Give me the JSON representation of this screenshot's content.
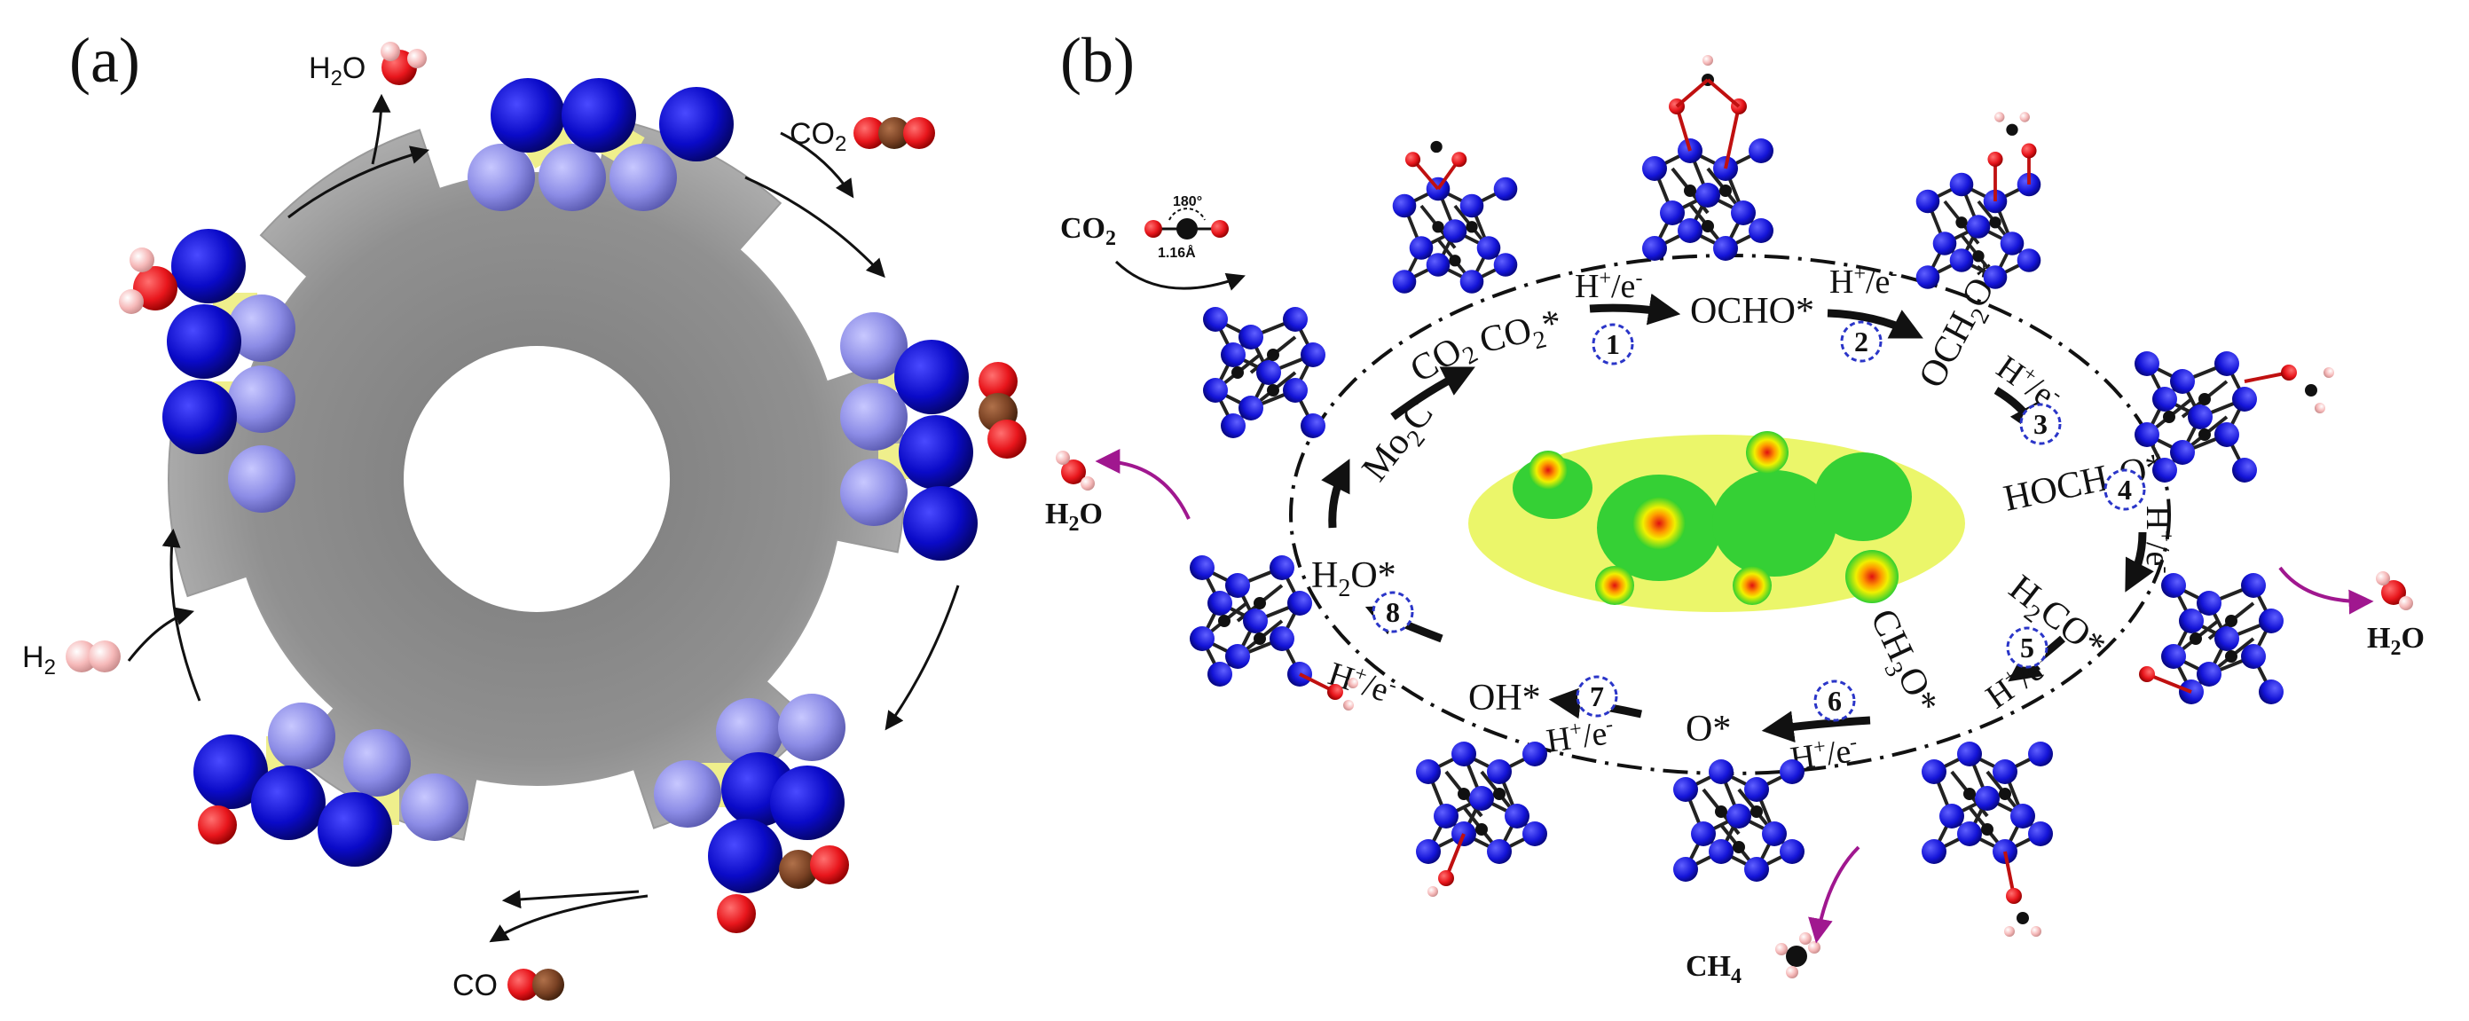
{
  "colors": {
    "mo_dark": "#0a0ac8",
    "mo_light": "#8c8ce6",
    "carbon_link": "#efef8c",
    "oxygen": "#e8161c",
    "carbon": "#7a4224",
    "hydrogen": "#f6b9b9",
    "gear": "#8f8f8f",
    "arrow_magenta": "#a0178f"
  },
  "panel_a": {
    "label": "(a)",
    "h2o": {
      "text": "H",
      "sub": "2",
      "tail": "O"
    },
    "co2": {
      "text": "CO",
      "sub": "2"
    },
    "h2": {
      "text": "H",
      "sub": "2"
    },
    "co": {
      "text": "CO"
    }
  },
  "panel_b": {
    "label": "(b)",
    "co2_left": {
      "text": "CO",
      "sub": "2"
    },
    "bond_angle": "180°",
    "bond_length": "1.16Å",
    "h2o_left": {
      "text": "H",
      "sub": "2",
      "tail": "O"
    },
    "h2o_right": {
      "text": "H",
      "sub": "2",
      "tail": "O"
    },
    "ch4": {
      "text": "CH",
      "sub": "4"
    },
    "cycle": {
      "mo2c": {
        "text": "Mo",
        "sub": "2",
        "tail": "C"
      },
      "co2": {
        "text": "CO",
        "sub": "2"
      },
      "co2_star": {
        "text": "CO",
        "sub": "2",
        "tail": "*"
      },
      "ocho": "OCHO*",
      "och2o": {
        "text": "OCH",
        "sub": "2",
        "tail": "O*"
      },
      "hoch2o": {
        "text": "HOCH",
        "sub": "2",
        "tail": "O*"
      },
      "h2co": {
        "text": "H",
        "sub": "2",
        "tail": "CO*"
      },
      "ch3o": {
        "text": "CH",
        "sub": "3",
        "tail": "O*"
      },
      "o_star": "O*",
      "oh_star": "OH*",
      "h2o_star": {
        "text": "H",
        "sub": "2",
        "tail": "O*"
      },
      "hplus": "H",
      "plus": "+",
      "slash": "/e",
      "minus": "-",
      "steps": [
        "1",
        "2",
        "3",
        "4",
        "5",
        "6",
        "7",
        "8"
      ]
    }
  }
}
